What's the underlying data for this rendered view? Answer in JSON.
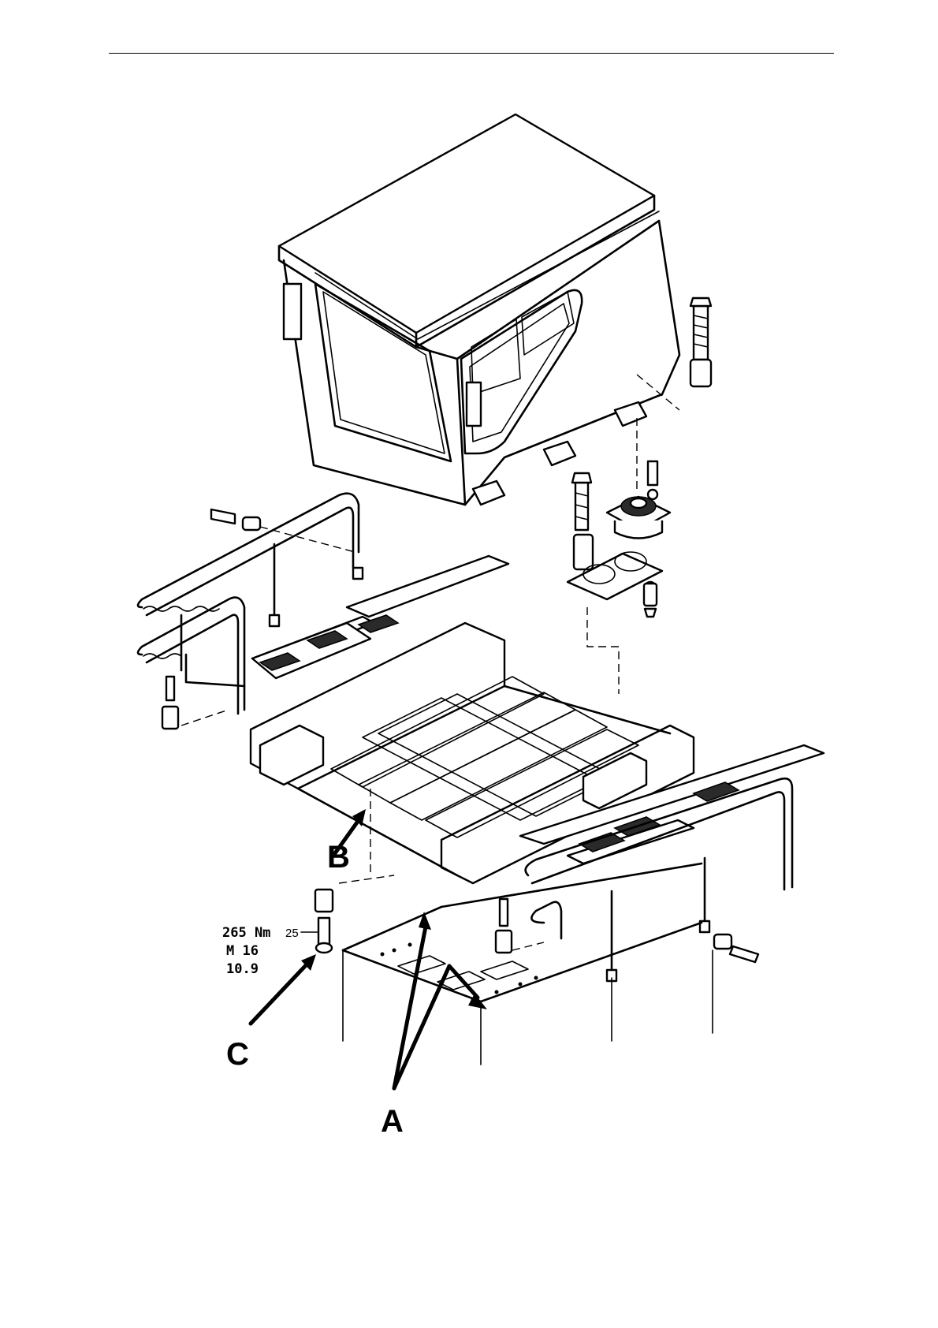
{
  "callouts": {
    "a": "A",
    "b": "B",
    "c": "C"
  },
  "torque_spec": {
    "torque": "265 Nm",
    "thread": "M 16",
    "grade": "10.9"
  },
  "item_number": "25"
}
